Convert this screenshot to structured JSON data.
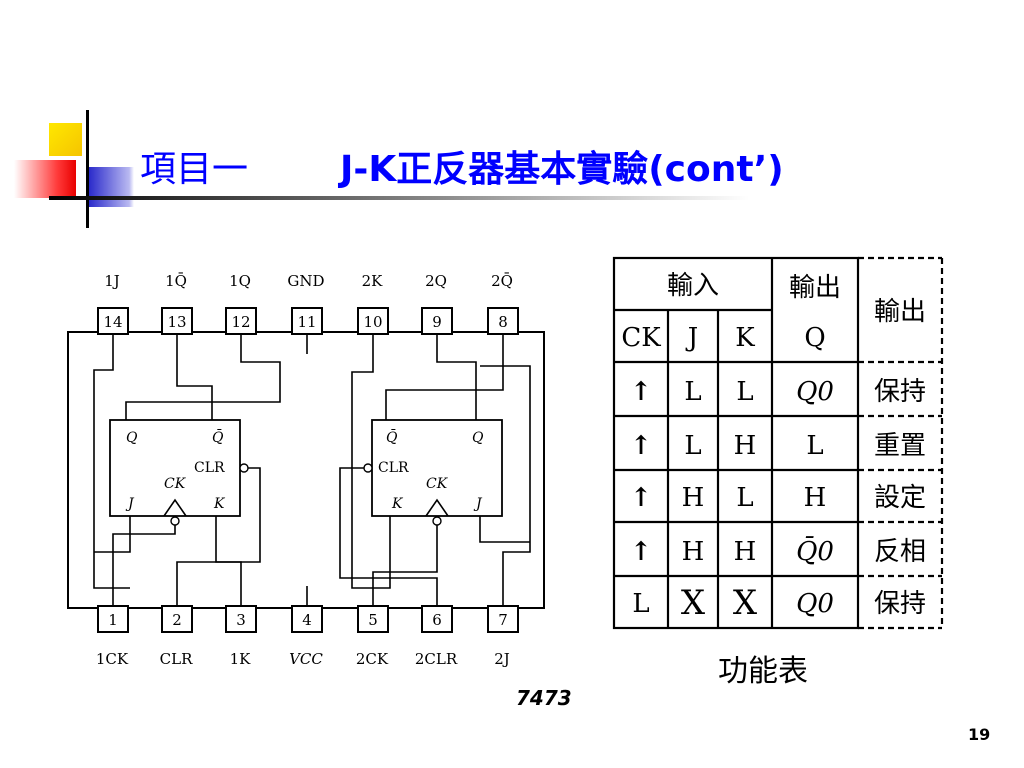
{
  "slide": {
    "title_left": "項目一",
    "title_right": "J-K正反器基本實驗(cont’)",
    "chip_name": "7473",
    "page_number": "19"
  },
  "chip": {
    "top_pins": [
      {
        "num": "14",
        "label": "1J"
      },
      {
        "num": "13",
        "label": "1Q̄"
      },
      {
        "num": "12",
        "label": "1Q"
      },
      {
        "num": "11",
        "label": "GND"
      },
      {
        "num": "10",
        "label": "2K"
      },
      {
        "num": "9",
        "label": "2Q"
      },
      {
        "num": "8",
        "label": "2Q̄"
      }
    ],
    "bottom_pins": [
      {
        "num": "1",
        "label": "1CK"
      },
      {
        "num": "2",
        "label": "CLR"
      },
      {
        "num": "3",
        "label": "1K"
      },
      {
        "num": "4",
        "label": "VCC"
      },
      {
        "num": "5",
        "label": "2CK"
      },
      {
        "num": "6",
        "label": "2CLR"
      },
      {
        "num": "7",
        "label": "2J"
      }
    ],
    "ff_left": {
      "q": "Q",
      "qbar": "Q̄",
      "clr": "CLR",
      "ck": "CK",
      "j": "J",
      "k": "K"
    },
    "ff_right": {
      "qbar": "Q̄",
      "q": "Q",
      "clr": "CLR",
      "ck": "CK",
      "k": "K",
      "j": "J"
    }
  },
  "function_table": {
    "input_header": "輸入",
    "output_header": "輸出",
    "output_note_header": "輸出",
    "columns": [
      "CK",
      "J",
      "K",
      "Q"
    ],
    "rows": [
      {
        "ck": "↑",
        "j": "L",
        "k": "L",
        "q": "Q0",
        "note": "保持"
      },
      {
        "ck": "↑",
        "j": "L",
        "k": "H",
        "q": "L",
        "note": "重置"
      },
      {
        "ck": "↑",
        "j": "H",
        "k": "L",
        "q": "H",
        "note": "設定"
      },
      {
        "ck": "↑",
        "j": "H",
        "k": "H",
        "q": "Q̄0",
        "note": "反相"
      },
      {
        "ck": "L",
        "j": "X",
        "k": "X",
        "q": "Q0",
        "note": "保持"
      }
    ],
    "caption": "功能表"
  }
}
